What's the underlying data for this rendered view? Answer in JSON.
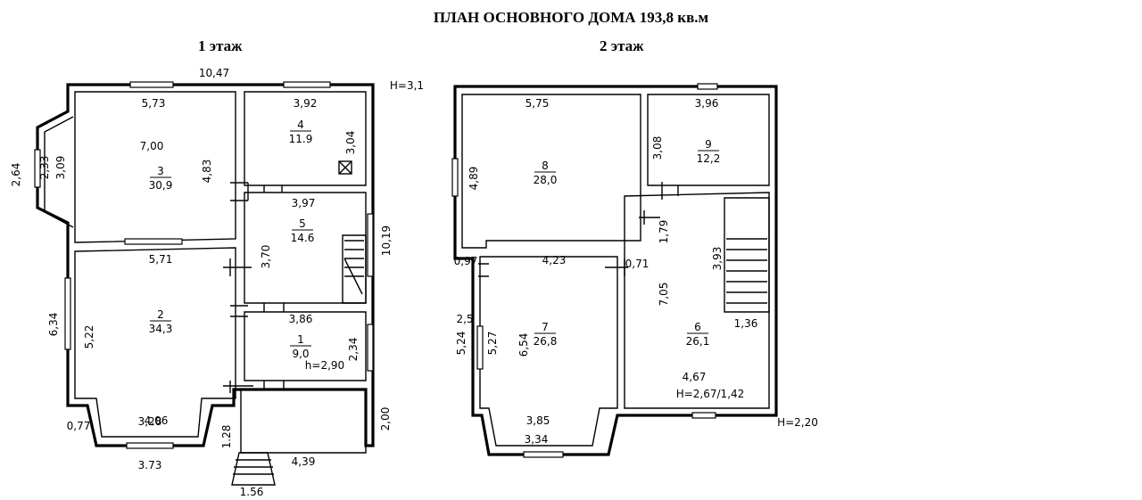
{
  "title": "ПЛАН ОСНОВНОГО ДОМА 193,8 кв.м",
  "floors": [
    {
      "label": "1 этаж",
      "rooms": [
        {
          "number": "3",
          "area": "30,9"
        },
        {
          "number": "4",
          "area": "11.9"
        },
        {
          "number": "5",
          "area": "14.6"
        },
        {
          "number": "2",
          "area": "34,3"
        },
        {
          "number": "1",
          "area": "9,0"
        }
      ],
      "dimensions": [
        "10,47",
        "5,73",
        "3,92",
        "Н=3,1",
        "7,00",
        "3,09",
        "2,33",
        "2,64",
        "4,83",
        "3,04",
        "3,97",
        "10,19",
        "5,71",
        "3,70",
        "6,34",
        "5,22",
        "3,86",
        "2,34",
        "h=2,90",
        "0,77",
        "4,06",
        "3,28",
        "3.73",
        "1.28",
        "2,00",
        "4,39",
        "1.56"
      ]
    },
    {
      "label": "2 этаж",
      "rooms": [
        {
          "number": "8",
          "area": "28,0"
        },
        {
          "number": "9",
          "area": "12,2"
        },
        {
          "number": "7",
          "area": "26,8"
        },
        {
          "number": "6",
          "area": "26,1"
        }
      ],
      "dimensions": [
        "5,75",
        "3,96",
        "4,89",
        "3,08",
        "1,79",
        "0,97",
        "4,23",
        "0,71",
        "3,93",
        "7,05",
        "2,5",
        "5,24",
        "5,27",
        "6,54",
        "1,36",
        "4,67",
        "Н=2,67/1,42",
        "3,85",
        "3,34",
        "Н=2,20"
      ]
    }
  ]
}
